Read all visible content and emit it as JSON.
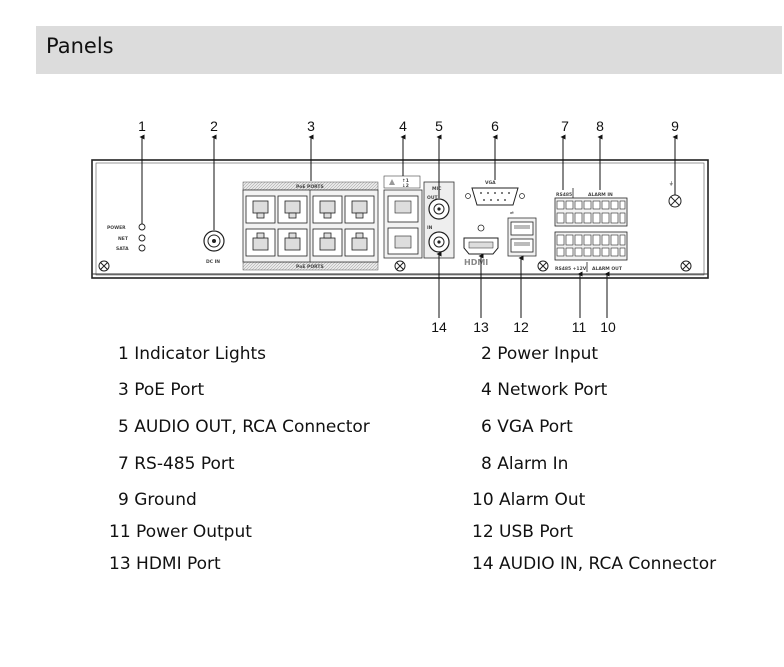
{
  "header": {
    "title": "Panels"
  },
  "callouts": {
    "c1": "1",
    "c2": "2",
    "c3": "3",
    "c4": "4",
    "c5": "5",
    "c6": "6",
    "c7": "7",
    "c8": "8",
    "c9": "9",
    "c10": "10",
    "c11": "11",
    "c12": "12",
    "c13": "13",
    "c14": "14"
  },
  "panel_labels": {
    "power": "POWER",
    "net": "NET",
    "sata": "SATA",
    "dc_in": "DC IN",
    "poe_ports": "PoE PORTS",
    "mic": "MIC",
    "out": "OUT",
    "in": "IN",
    "vga": "VGA",
    "hdmi": "HDMI",
    "rs485": "RS485",
    "alarm_in": "ALARM IN",
    "rs485_12v": "RS485 +12V",
    "alarm_out": "ALARM OUT"
  },
  "legend": [
    {
      "number": "1",
      "label": "Indicator Lights"
    },
    {
      "number": "2",
      "label": "Power Input"
    },
    {
      "number": "3",
      "label": "PoE Port"
    },
    {
      "number": "4",
      "label": "Network Port"
    },
    {
      "number": "5",
      "label": "AUDIO OUT, RCA Connector"
    },
    {
      "number": "6",
      "label": "VGA Port"
    },
    {
      "number": "7",
      "label": "RS-485 Port"
    },
    {
      "number": "8",
      "label": "Alarm In"
    },
    {
      "number": "9",
      "label": "Ground"
    },
    {
      "number": "10",
      "label": "Alarm Out"
    },
    {
      "number": "11",
      "label": "Power Output"
    },
    {
      "number": "12",
      "label": "USB Port"
    },
    {
      "number": "13",
      "label": "HDMI Port"
    },
    {
      "number": "14",
      "label": "AUDIO IN, RCA Connector"
    }
  ]
}
